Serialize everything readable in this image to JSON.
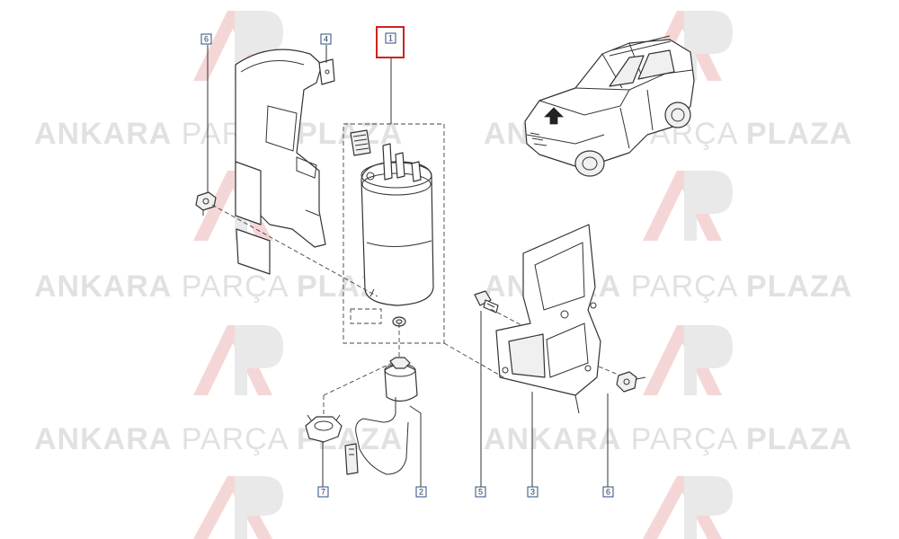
{
  "watermark": {
    "brand_bold_1": "ANKARA",
    "brand_light": "PARÇA",
    "brand_bold_2": "PLAZA",
    "logo_letters": "AP"
  },
  "callouts": [
    {
      "id": "c1",
      "label": "1",
      "highlighted": true
    },
    {
      "id": "c2",
      "label": "2"
    },
    {
      "id": "c3",
      "label": "3"
    },
    {
      "id": "c4",
      "label": "4"
    },
    {
      "id": "c5",
      "label": "5"
    },
    {
      "id": "c6a",
      "label": "6"
    },
    {
      "id": "c6b",
      "label": "6"
    },
    {
      "id": "c7",
      "label": "7"
    }
  ],
  "colors": {
    "highlight": "#cc2222",
    "callout_border": "#2a4d80",
    "watermark_red": "#e8a0a0"
  }
}
